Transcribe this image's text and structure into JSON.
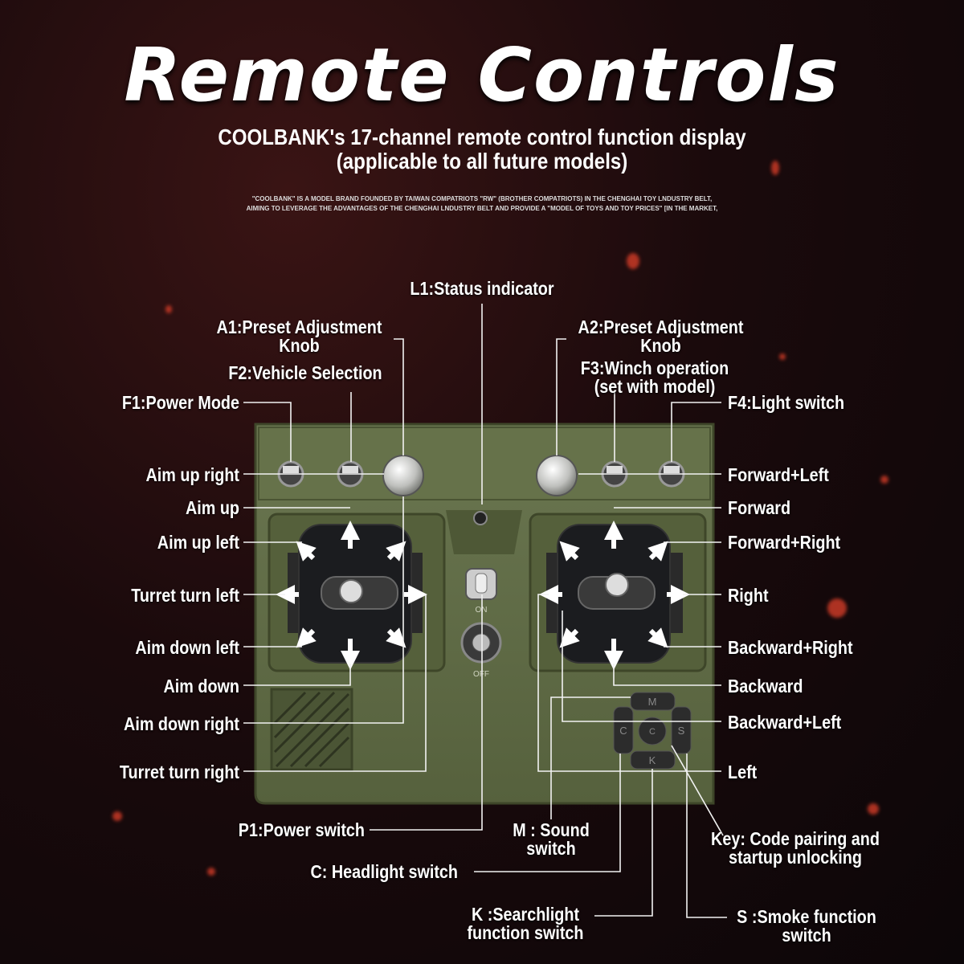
{
  "header": {
    "title": "Remote Controls",
    "subtitle_line1": "COOLBANK's 17-channel remote control function display",
    "subtitle_line2": "(applicable to all future models)",
    "note_line1": "\"COOLBANK\" IS A MODEL BRAND FOUNDED BY TAIWAN COMPATRIOTS \"RW\" (BROTHER COMPATRIOTS) IN THE CHENGHAI TOY LNDUSTRY BELT,",
    "note_line2": "AIMING TO LEVERAGE THE ADVANTAGES OF THE CHENGHAI LNDUSTRY BELT AND PROVIDE A \"MODEL OF TOYS AND TOY PRICES\" [IN THE MARKET,"
  },
  "labels": {
    "l1": "L1:Status indicator",
    "a1_line1": "A1:Preset Adjustment",
    "a1_line2": "Knob",
    "a2_line1": "A2:Preset Adjustment",
    "a2_line2": "Knob",
    "f2": "F2:Vehicle Selection",
    "f3_line1": "F3:Winch operation",
    "f3_line2": "(set with model)",
    "f1": "F1:Power Mode",
    "f4": "F4:Light switch",
    "aim_up_right": "Aim up right",
    "aim_up": "Aim up",
    "aim_up_left": "Aim up left",
    "turret_turn_left": "Turret turn left",
    "aim_down_left": "Aim down left",
    "aim_down": "Aim down",
    "aim_down_right": "Aim down right",
    "turret_turn_right": "Turret turn right",
    "forward_left": "Forward+Left",
    "forward": "Forward",
    "forward_right": "Forward+Right",
    "right": "Right",
    "backward_right": "Backward+Right",
    "backward": "Backward",
    "backward_left": "Backward+Left",
    "left": "Left",
    "p1": "P1:Power switch",
    "m_line1": "M : Sound",
    "m_line2": "switch",
    "key_line1": "Key: Code pairing and",
    "key_line2": "startup unlocking",
    "c": "C: Headlight switch",
    "k_line1": "K :Searchlight",
    "k_line2": "function switch",
    "s_line1": "S :Smoke function",
    "s_line2": "switch"
  },
  "device": {
    "on_text": "ON",
    "off_text": "OFF",
    "btn_m": "M",
    "btn_c": "C",
    "btn_s": "S",
    "btn_k": "K",
    "btn_center": "C",
    "body_color": "#5f6b45",
    "accent_color": "#ffffff"
  }
}
